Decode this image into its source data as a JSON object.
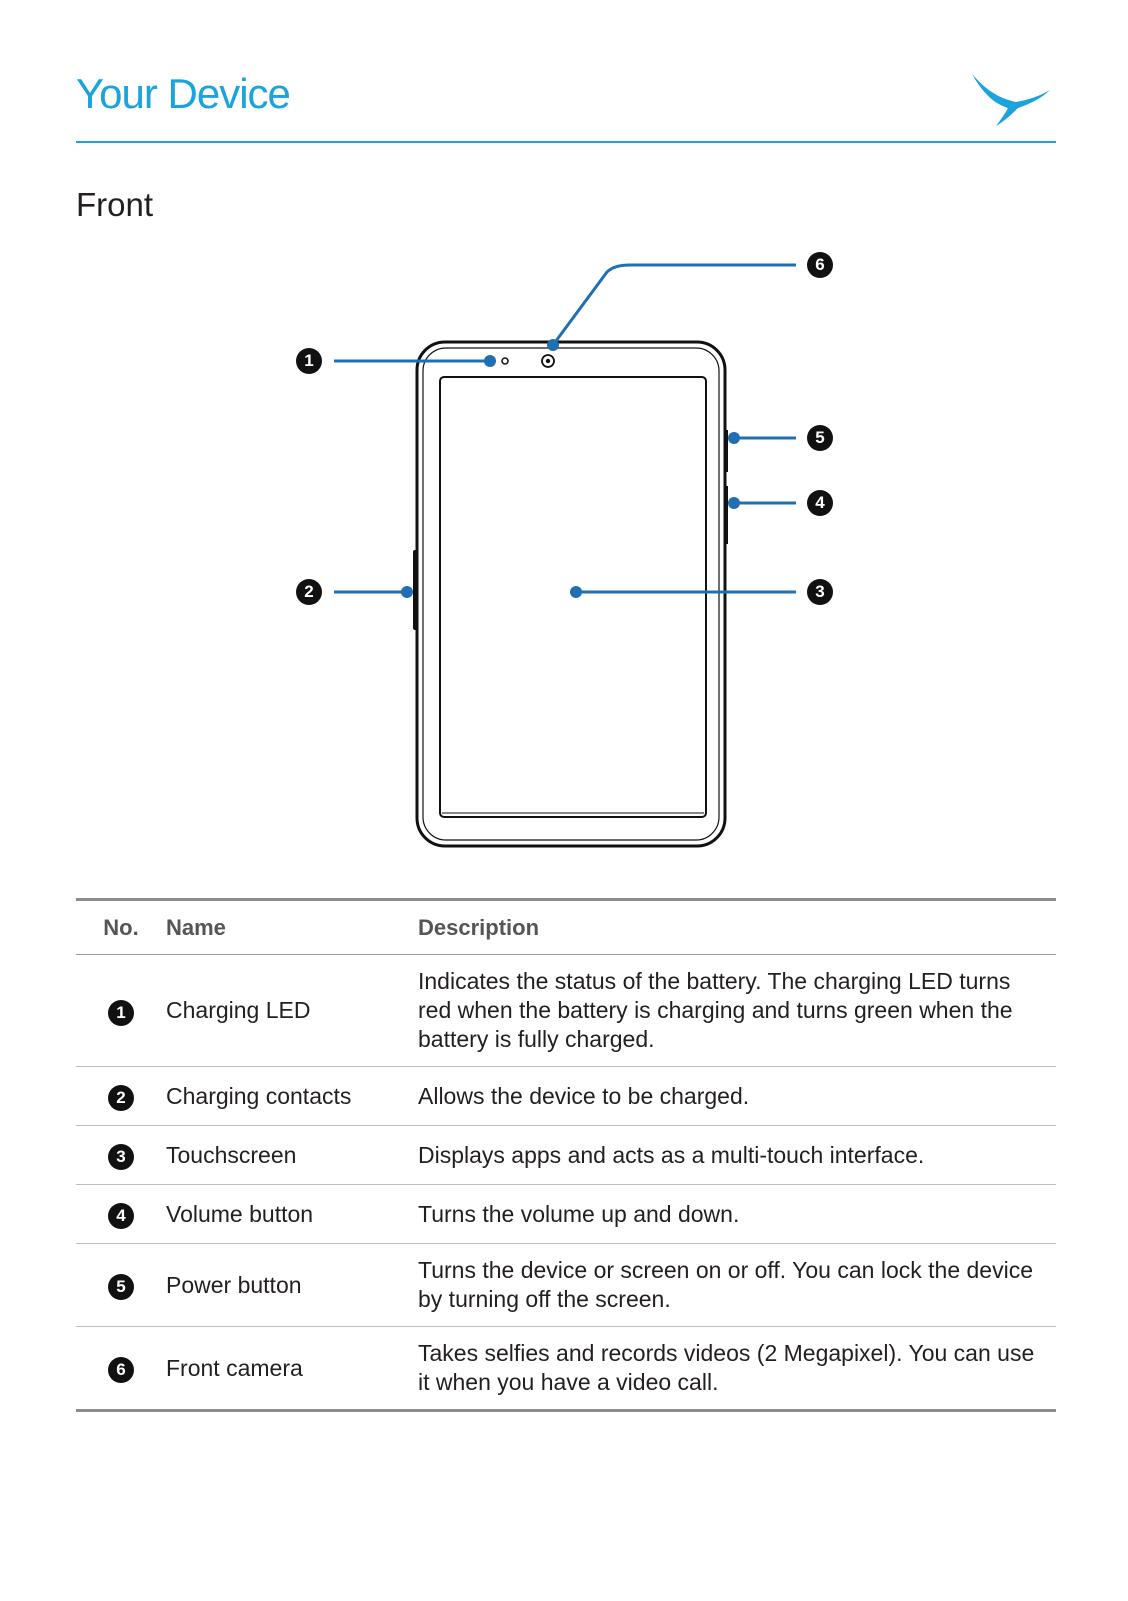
{
  "header": {
    "title": "Your Device",
    "accent_color": "#1aa3dd",
    "logo_icon": "bird-logo-icon"
  },
  "section": {
    "title": "Front"
  },
  "diagram": {
    "callouts": [
      "1",
      "2",
      "3",
      "4",
      "5",
      "6"
    ],
    "leader_color": "#1f6fb2"
  },
  "table": {
    "headers": {
      "no": "No.",
      "name": "Name",
      "description": "Description"
    },
    "rows": [
      {
        "no": "1",
        "name": "Charging LED",
        "description": "Indicates the status of the battery. The charging LED turns red when the battery is charging and turns green when the battery is fully charged."
      },
      {
        "no": "2",
        "name": "Charging contacts",
        "description": "Allows the device to be charged."
      },
      {
        "no": "3",
        "name": "Touchscreen",
        "description": "Displays apps and acts as a multi-touch interface."
      },
      {
        "no": "4",
        "name": "Volume button",
        "description": "Turns the volume up and down."
      },
      {
        "no": "5",
        "name": "Power button",
        "description": "Turns the device or screen on or off. You can lock the device by turning off the screen."
      },
      {
        "no": "6",
        "name": "Front camera",
        "description": "Takes selfies and records videos (2 Megapixel). You can use it when you have a video call."
      }
    ]
  }
}
